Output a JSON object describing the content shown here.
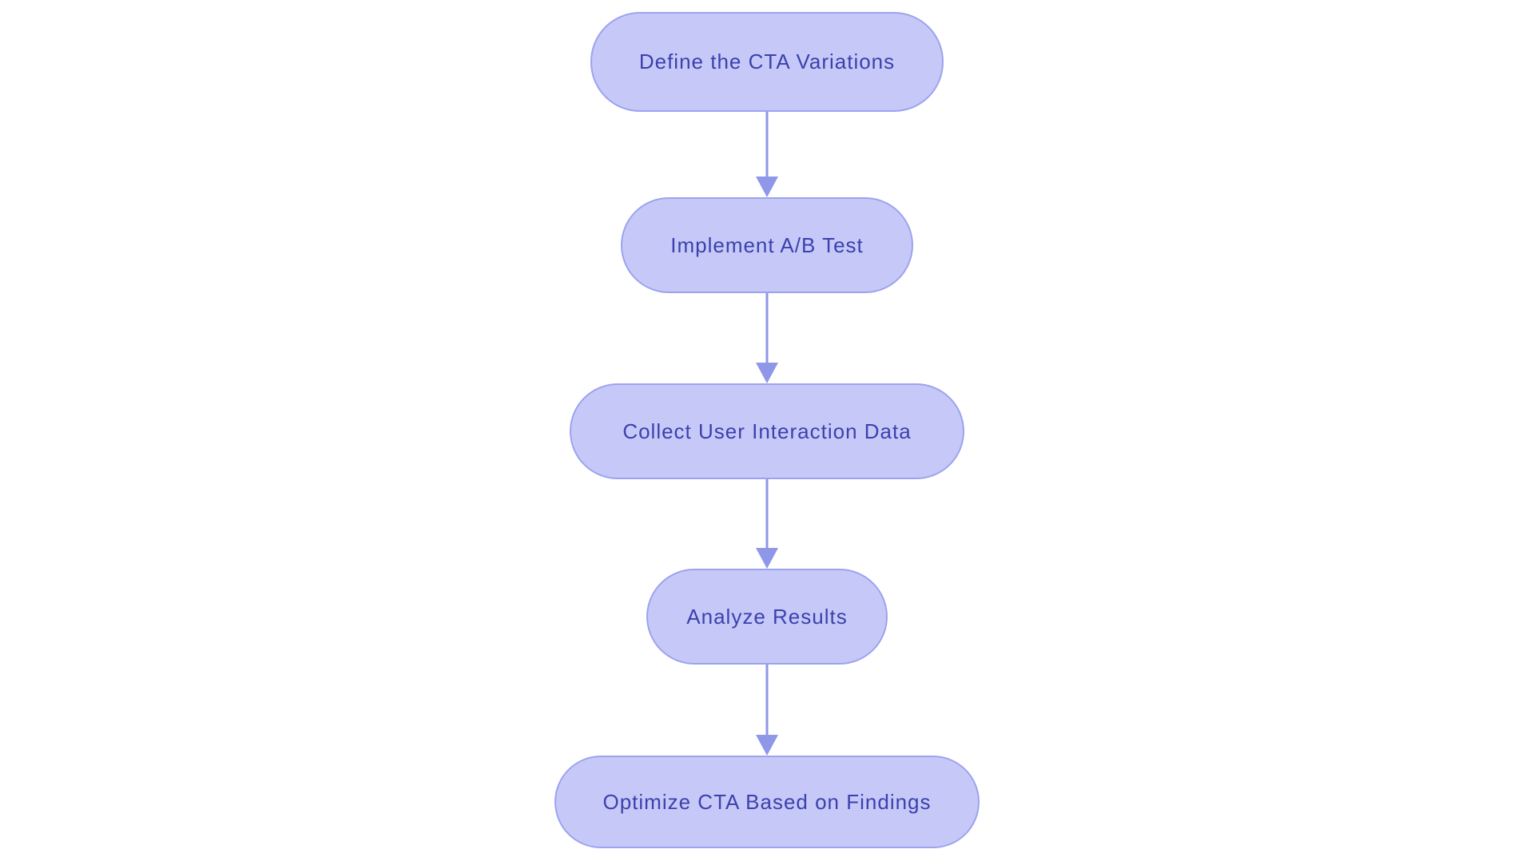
{
  "background_color": "#ffffff",
  "flowchart": {
    "type": "flowchart",
    "direction": "top-down",
    "colors": {
      "node_fill": "#c6c9f8",
      "node_border": "#9ca3ee",
      "text_color": "#3b41ad",
      "arrow_color": "#8f97e8"
    },
    "nodes": [
      {
        "id": "n1",
        "label": "Define the CTA Variations"
      },
      {
        "id": "n2",
        "label": "Implement A/B Test"
      },
      {
        "id": "n3",
        "label": "Collect User Interaction Data"
      },
      {
        "id": "n4",
        "label": "Analyze Results"
      },
      {
        "id": "n5",
        "label": "Optimize CTA Based on Findings"
      }
    ],
    "edges": [
      {
        "from": "n1",
        "to": "n2"
      },
      {
        "from": "n2",
        "to": "n3"
      },
      {
        "from": "n3",
        "to": "n4"
      },
      {
        "from": "n4",
        "to": "n5"
      }
    ]
  }
}
